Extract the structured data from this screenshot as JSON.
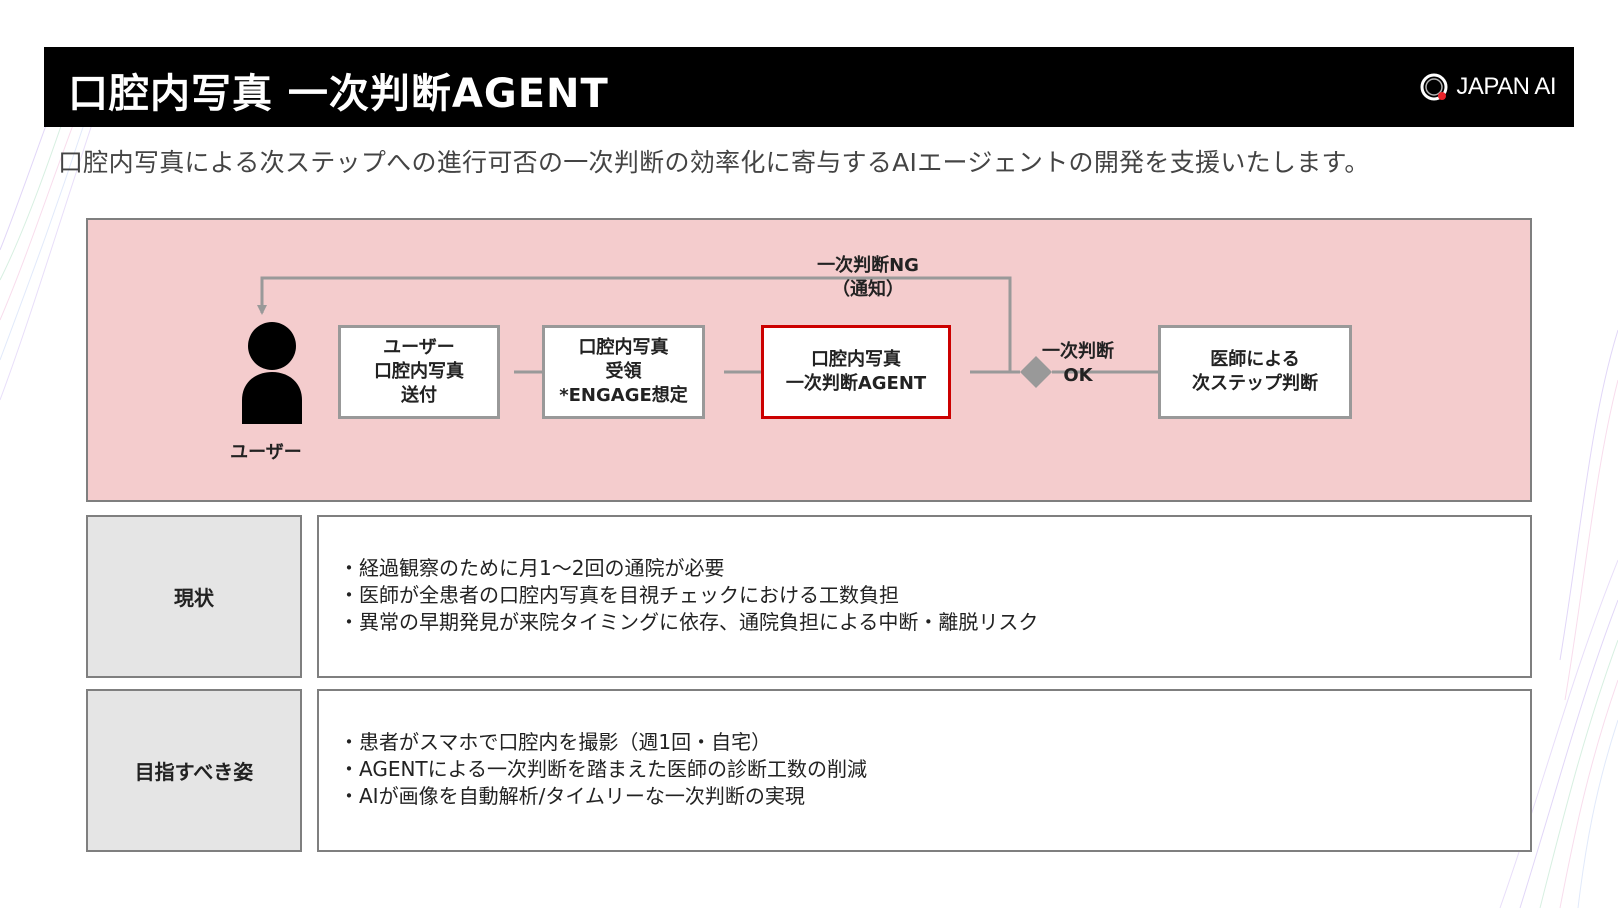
{
  "header": {
    "title": "口腔内写真 一次判断AGENT",
    "logo_text": "JAPAN AI"
  },
  "subtitle": "口腔内写真による次ステップへの進行可否の一次判断の効率化に寄与するAIエージェントの開発を支援いたします。",
  "diagram": {
    "user_label": "ユーザー",
    "steps": [
      "ユーザー\n口腔内写真\n送付",
      "口腔内写真\n受領\n*ENGAGE想定",
      "口腔内写真\n一次判断AGENT",
      "医師による\n次ステップ判断"
    ],
    "ng_label": "一次判断NG\n（通知）",
    "ok_label": "一次判断\nOK"
  },
  "rows": [
    {
      "header": "現状",
      "items": [
        "経過観察のために月1〜2回の通院が必要",
        "医師が全患者の口腔内写真を目視チェックにおける工数負担",
        "異常の早期発見が来院タイミングに依存、通院負担による中断・離脱リスク"
      ]
    },
    {
      "header": "目指すべき姿",
      "items": [
        "患者がスマホで口腔内を撮影（週1回・自宅）",
        "AGENTによる一次判断を踏まえた医師の診断工数の削減",
        "AIが画像を自動解析/タイムリーな一次判断の実現"
      ]
    }
  ],
  "colors": {
    "title_bar": "#000000",
    "diagram_bg": "#f4cccd",
    "agent_border": "#cc0000",
    "logo_dot": "#e8232a"
  }
}
